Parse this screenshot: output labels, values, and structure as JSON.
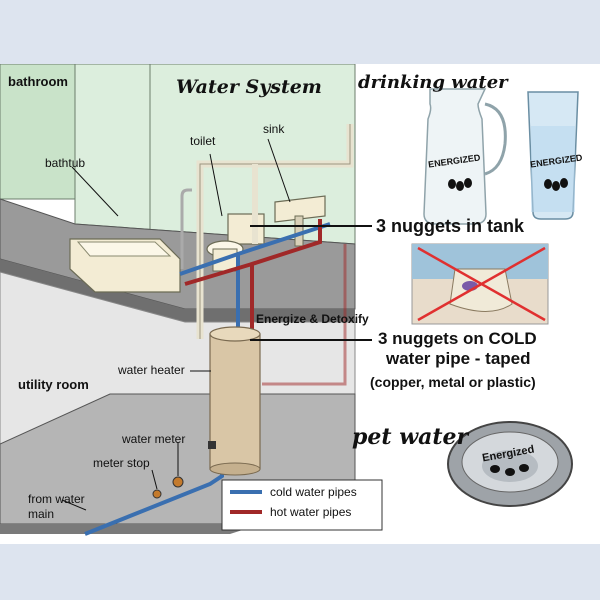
{
  "labels": {
    "bathroom": "bathroom",
    "title": "Water System",
    "drinking": "drinking water",
    "toilet": "toilet",
    "sink": "sink",
    "bathtub": "bathtub",
    "nuggets_tank": "3 nuggets in tank",
    "energize": "Energize & Detoxify",
    "nuggets_cold_line1": "3 nuggets on COLD",
    "nuggets_cold_line2": "water pipe - taped",
    "materials": "(copper, metal or plastic)",
    "utility_room": "utility room",
    "water_heater": "water heater",
    "water_meter": "water meter",
    "meter_stop": "meter stop",
    "from_water_main_line1": "from water",
    "from_water_main_line2": "main",
    "pet_water": "pet water",
    "pitcher_brand": "ENERGIZED",
    "glass_brand": "ENERGIZED",
    "bowl_brand": "Energized"
  },
  "legend": {
    "cold": "cold water pipes",
    "hot": "hot water pipes"
  },
  "colors": {
    "cold_pipe": "#3a6fb0",
    "hot_pipe": "#a02828",
    "wall": "#cfe5cf",
    "floor": "#d8d8d8",
    "heater": "#d9c6a6",
    "page_bg": "#dde4ef"
  }
}
